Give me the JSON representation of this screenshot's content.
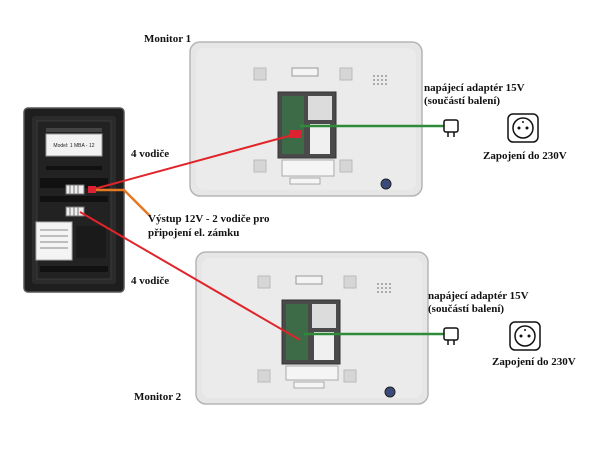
{
  "labels": {
    "monitor1": "Monitor 1",
    "monitor2": "Monitor 2",
    "wires_top": "4 vodiče",
    "wires_bottom": "4 vodiče",
    "lock_line1": "Výstup 12V - 2 vodiče pro",
    "lock_line2": "připojení el. zámku",
    "adapter1_line1": "napájecí adaptér 15V",
    "adapter1_line2": "(součástí balení)",
    "socket1": "Zapojení do 230V",
    "adapter2_line1": "napájecí adaptér 15V",
    "adapter2_line2": "(součástí balení)",
    "socket2": "Zapojení do 230V"
  },
  "panel": {
    "model_label": "Model: 1 MBA - 12"
  },
  "colors": {
    "signal_wire": "#e0242a",
    "lock_wire": "#e87722",
    "power_wire": "#2e8b3a",
    "monitor_body": "#e8e8e8",
    "panel_body": "#2a2a2a"
  }
}
